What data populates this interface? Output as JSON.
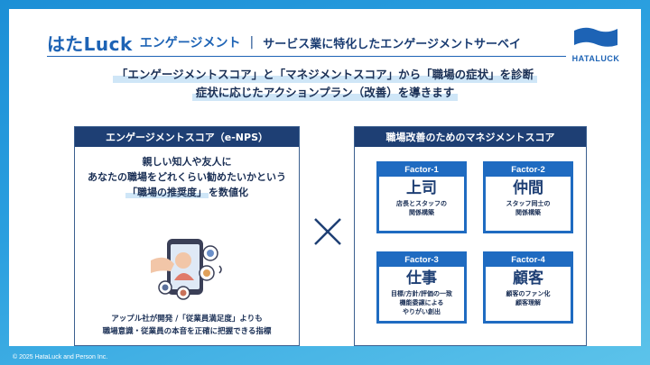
{
  "header": {
    "logo": "はたLuck",
    "logo_sub": "エンゲージメント",
    "separator": "|",
    "title": "サービス業に特化したエンゲージメントサーベイ",
    "brand_name": "HATALUCK"
  },
  "lead": {
    "line1": "「エンゲージメントスコア」と「マネジメントスコア」から「職場の症状」を診断",
    "line2": "症状に応じたアクションプラン（改善）を導きます"
  },
  "nps": {
    "title": "エンゲージメントスコア（e-NPS）",
    "line1": "親しい知人や友人に",
    "line2": "あなたの職場をどれくらい勧めたいかという",
    "line3_highlight": "「職場の推奨度」",
    "line3_rest": "を数値化",
    "foot1": "アップル社が開発 /「従業員満足度」よりも",
    "foot2": "職場意識・従業員の本音を正確に把握できる指標"
  },
  "management": {
    "title": "職場改善のためのマネジメントスコア",
    "factors": [
      {
        "head": "Factor-1",
        "name": "上司",
        "desc": [
          "店長とスタッフの",
          "関係構築"
        ]
      },
      {
        "head": "Factor-2",
        "name": "仲間",
        "desc": [
          "スタッフ同士の",
          "関係構築"
        ]
      },
      {
        "head": "Factor-3",
        "name": "仕事",
        "desc": [
          "目標/方針/評価の一致",
          "機能委譲による",
          "やりがい創出"
        ]
      },
      {
        "head": "Factor-4",
        "name": "顧客",
        "desc": [
          "顧客のファン化",
          "顧客理解"
        ]
      }
    ]
  },
  "copyright": "© 2025 HataLuck and Person Inc.",
  "colors": {
    "navy": "#1e3f74",
    "blue": "#1f6bc1",
    "accent": "#1d63b5"
  }
}
